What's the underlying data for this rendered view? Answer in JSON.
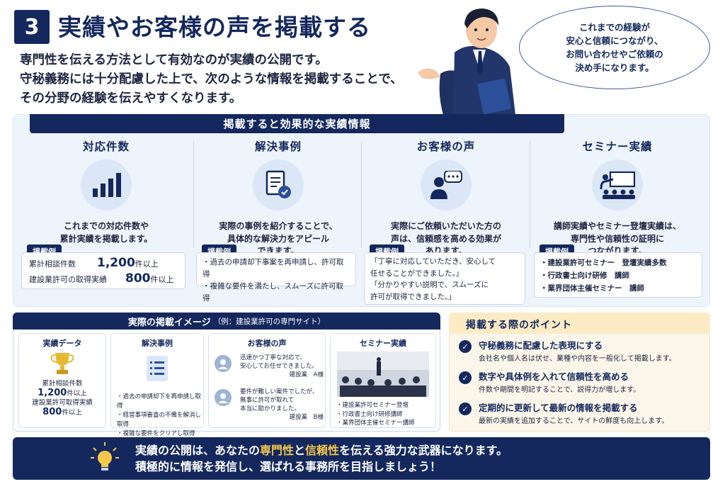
{
  "header": {
    "number": "3",
    "title": "実績やお客様の声を掲載する",
    "lead": [
      "専門性を伝える方法として有効なのが実績の公開です。",
      "守秘義務には十分配慮した上で、次のような情報を掲載することで、",
      "その分野の経験を伝えやすくなります。"
    ],
    "bubble": [
      "これまでの経験が",
      "安心と信頼につながり、",
      "お問い合わせやご依頼の",
      "決め手になります。"
    ]
  },
  "effective": {
    "banner": "掲載すると効果的な実績情報",
    "example_label": "掲載例",
    "cols": [
      {
        "title": "対応件数",
        "desc": [
          "これまでの対応件数や",
          "累計実績を掲載します。"
        ],
        "ex": [
          {
            "label": "累計相談件数",
            "num": "1,200",
            "unit": "件以上"
          },
          {
            "label": "建設業許可の取得実績",
            "num": "800",
            "unit": "件以上"
          }
        ]
      },
      {
        "title": "解決事例",
        "desc": [
          "実際の事例を紹介することで、",
          "具体的な解決力をアピール",
          "できます。"
        ],
        "ex": [
          "・過去の申請却下事案を再申請し、許可取得",
          "・複雑な要件を満たし、スムーズに許可取得"
        ]
      },
      {
        "title": "お客様の声",
        "desc": [
          "実際にご依頼いただいた方の",
          "声は、信頼感を高める効果が",
          "あります。"
        ],
        "ex": [
          "「丁寧に対応していただき、安心して",
          "任せることができました。」",
          "「分かりやすい説明で、スムーズに",
          "許可が取得できました。」"
        ]
      },
      {
        "title": "セミナー実績",
        "desc": [
          "講師実績やセミナー登壇実績は、",
          "専門性や信頼性の証明に",
          "つながります。"
        ],
        "ex": [
          "・建設業許可セミナー　登壇実績多数",
          "・行政書士向け研修　講師",
          "・業界団体主催セミナー　講師"
        ]
      }
    ]
  },
  "image": {
    "banner": "実際の掲載イメージ",
    "banner_sub": "（例：建設業許可の専門サイト）",
    "cards": [
      {
        "title": "実績データ",
        "lines": [
          "累計相談件数",
          "1,200",
          "件以上",
          "建設業許可取得実績",
          "800",
          "件以上"
        ]
      },
      {
        "title": "解決事例",
        "lines": [
          "・過去の申請却下を再申請し取得",
          "・経営事項審査の不備を解消し取得",
          "・複雑な要件をクリアし取得"
        ]
      },
      {
        "title": "お客様の声",
        "lines": [
          "迅速かつ丁寧な対応で、",
          "安心してお任せできました。",
          "建設業　A様",
          "要件が難しい案件でしたが、",
          "無事に許可が取れて",
          "本当に助かりました。",
          "建設業　B様"
        ]
      },
      {
        "title": "セミナー実績",
        "lines": [
          "・建設業許可セミナー登壇",
          "・行政書士向け研修講師",
          "・業界団体主催セミナー講師"
        ]
      }
    ]
  },
  "points": {
    "title": "掲載する際のポイント",
    "items": [
      {
        "head": "守秘義務に配慮した表現にする",
        "sub": "会社名や個人名は伏せ、業種や内容を一般化して掲載します。"
      },
      {
        "head": "数字や具体例を入れて信頼性を高める",
        "sub": "件数や期間を明記することで、説得力が増します。"
      },
      {
        "head": "定期的に更新して最新の情報を掲載する",
        "sub": "最新の実績を追加することで、サイトの鮮度も向上します。"
      }
    ]
  },
  "footer": {
    "l1a": "実績の公開は、あなたの",
    "h1": "専門性",
    "l1b": "と",
    "h2": "信頼性",
    "l1c": "を伝える強力な武器になります。",
    "l2": "積極的に情報を発信し、選ばれる事務所を目指しましょう！"
  },
  "colors": {
    "navy": "#14285e",
    "gold": "#f4c84a"
  }
}
